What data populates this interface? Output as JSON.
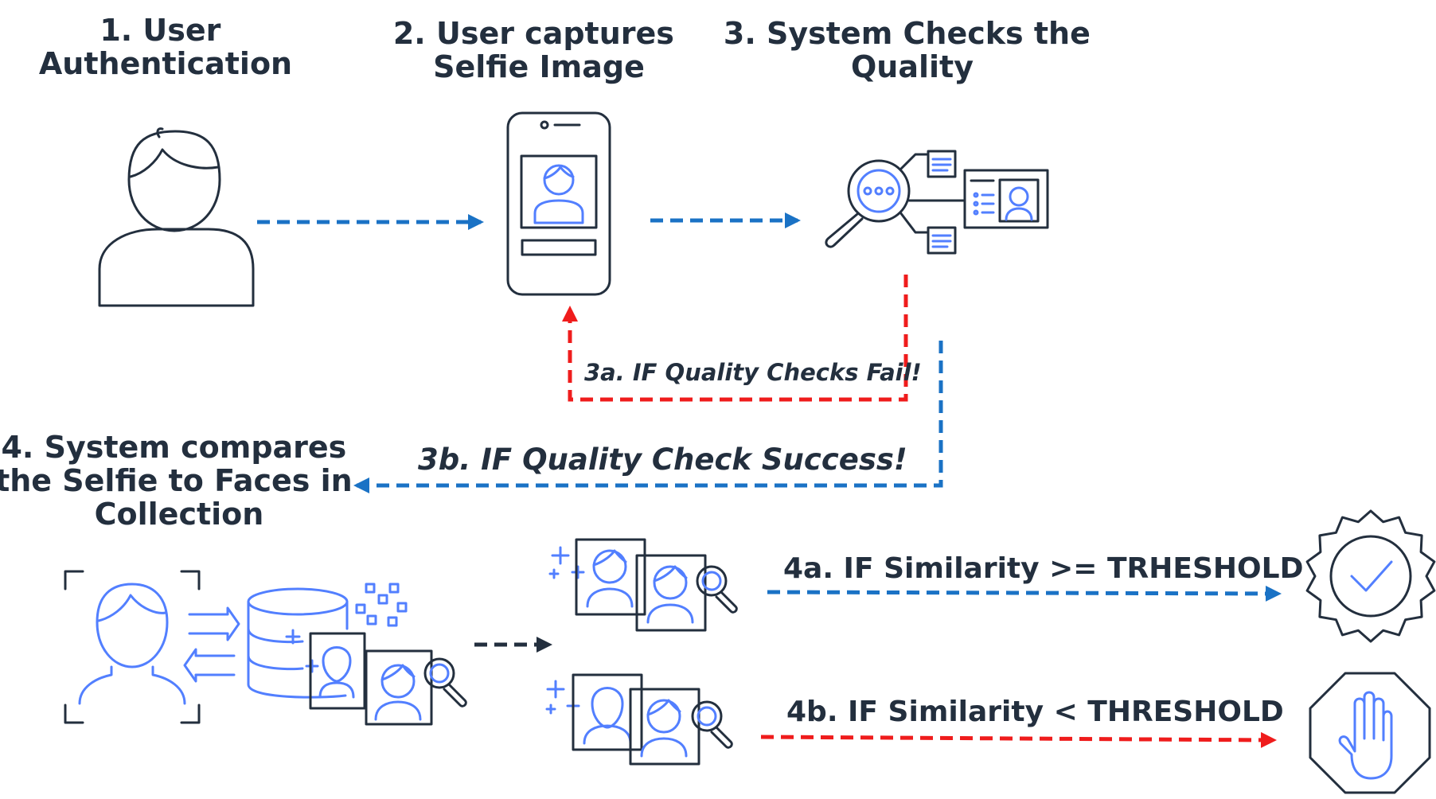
{
  "steps": {
    "step1": [
      "1. User",
      "Authentication"
    ],
    "step2": [
      "2. User captures",
      "Selfie Image"
    ],
    "step3": [
      "3. System Checks the",
      "Quality"
    ],
    "step4": [
      "4. System compares",
      "the Selfie to Faces in",
      "Collection"
    ]
  },
  "branches": {
    "fail": "3a. IF Quality Checks Fail!",
    "success": "3b. IF Quality Check Success!",
    "match": "4a. IF Similarity >= TRHESHOLD",
    "nomatch": "4b. IF Similarity < THRESHOLD"
  },
  "icons": {
    "user": "user-icon",
    "phone": "mobile-selfie-icon",
    "quality": "quality-check-icon",
    "face_scan": "face-scan-icon",
    "collection": "face-collection-database-icon",
    "match_faces": "matched-faces-icon",
    "nomatch_faces": "unmatched-faces-icon",
    "approved": "approved-badge-icon",
    "stop": "stop-hand-icon"
  },
  "colors": {
    "success_flow": "#1a72c5",
    "fail_flow": "#ef1c1c",
    "neutral_flow": "#232f3e",
    "accent": "#527fff"
  }
}
